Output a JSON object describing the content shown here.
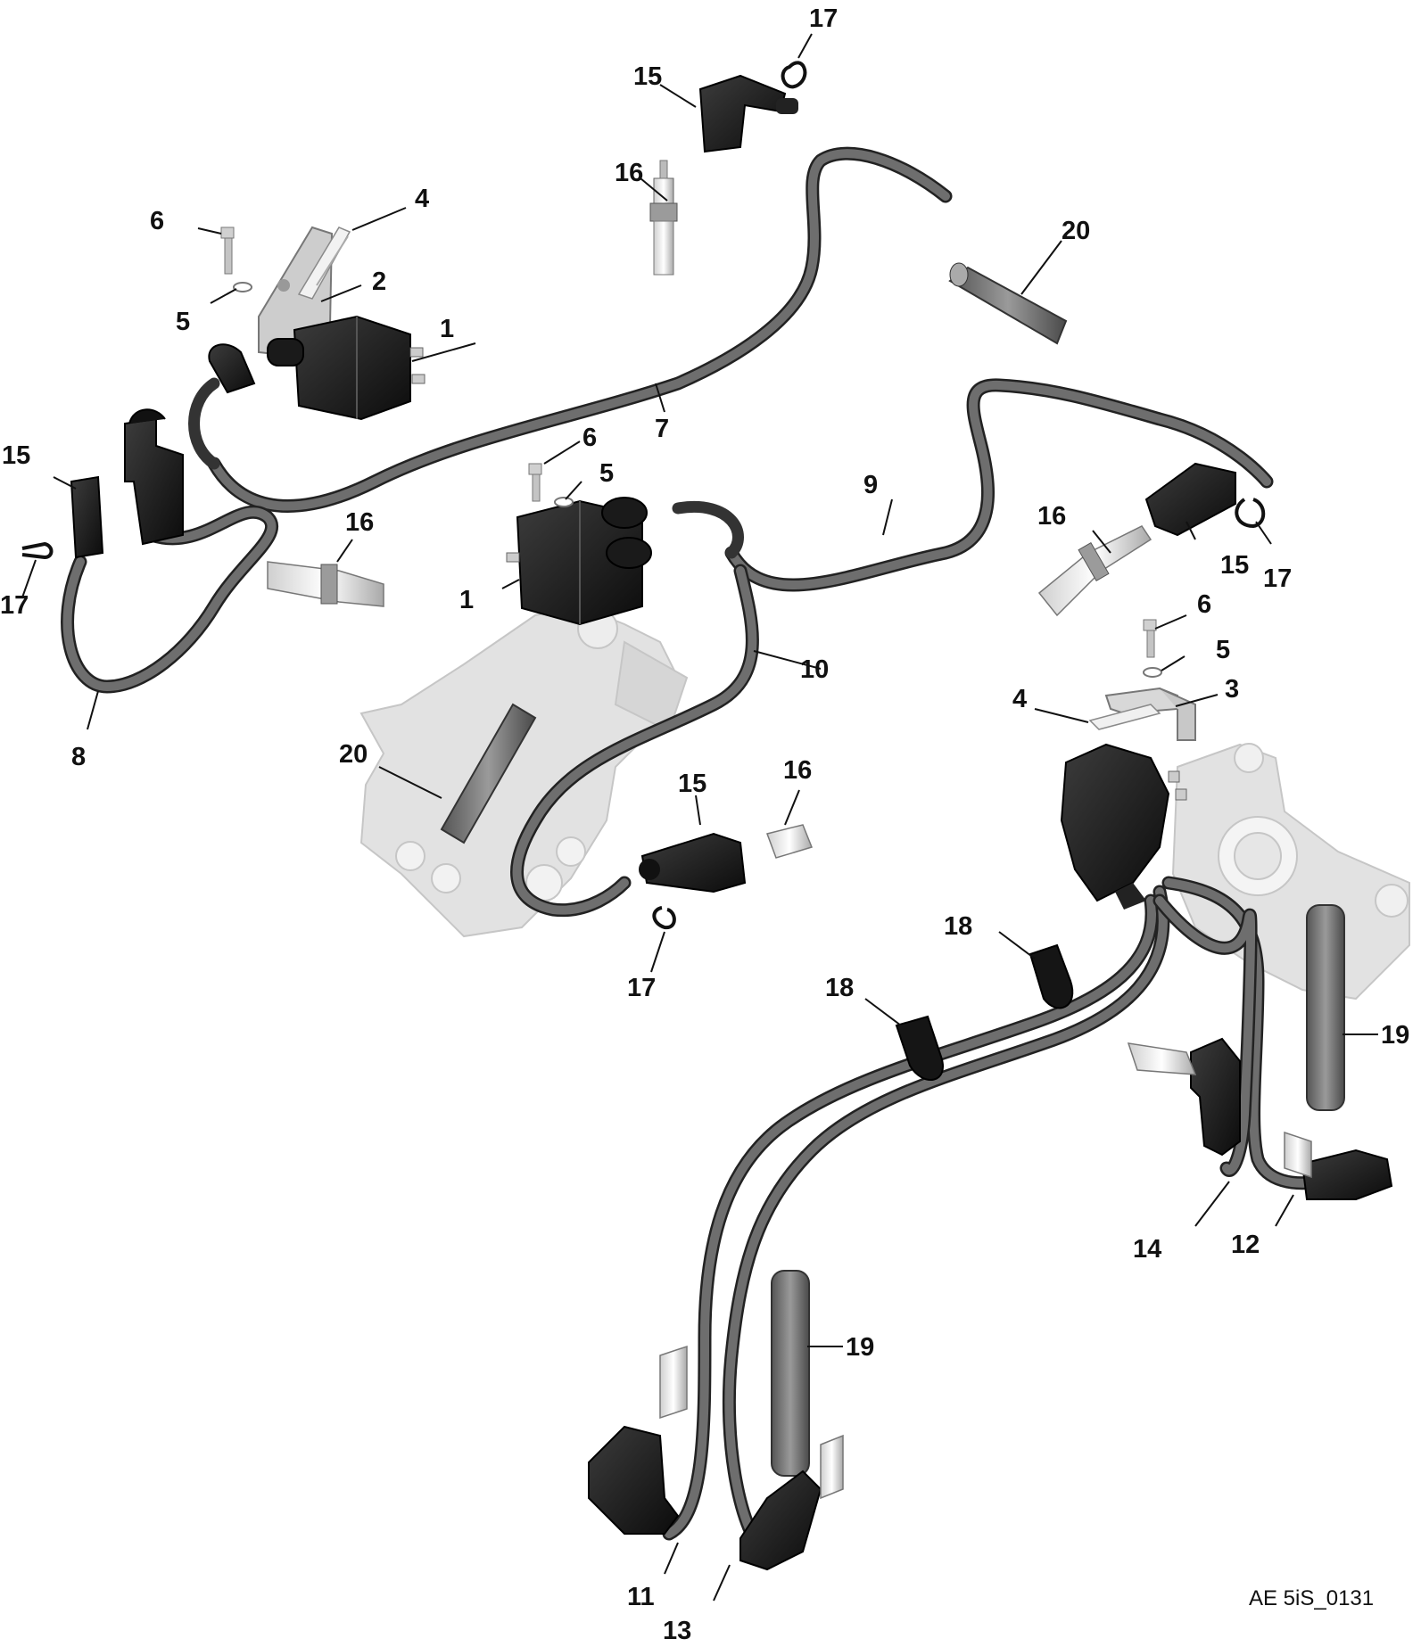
{
  "diagram": {
    "drawing_code": "AE 5iS_0131",
    "callouts": [
      {
        "id": "c1a",
        "label": "1"
      },
      {
        "id": "c1b",
        "label": "1"
      },
      {
        "id": "c2",
        "label": "2"
      },
      {
        "id": "c3",
        "label": "3"
      },
      {
        "id": "c4a",
        "label": "4"
      },
      {
        "id": "c4b",
        "label": "4"
      },
      {
        "id": "c5a",
        "label": "5"
      },
      {
        "id": "c5b",
        "label": "5"
      },
      {
        "id": "c5c",
        "label": "5"
      },
      {
        "id": "c6a",
        "label": "6"
      },
      {
        "id": "c6b",
        "label": "6"
      },
      {
        "id": "c6c",
        "label": "6"
      },
      {
        "id": "c7",
        "label": "7"
      },
      {
        "id": "c8",
        "label": "8"
      },
      {
        "id": "c9",
        "label": "9"
      },
      {
        "id": "c10",
        "label": "10"
      },
      {
        "id": "c11",
        "label": "11"
      },
      {
        "id": "c12",
        "label": "12"
      },
      {
        "id": "c13",
        "label": "13"
      },
      {
        "id": "c14",
        "label": "14"
      },
      {
        "id": "c15a",
        "label": "15"
      },
      {
        "id": "c15b",
        "label": "15"
      },
      {
        "id": "c15c",
        "label": "15"
      },
      {
        "id": "c15d",
        "label": "15"
      },
      {
        "id": "c16a",
        "label": "16"
      },
      {
        "id": "c16b",
        "label": "16"
      },
      {
        "id": "c16c",
        "label": "16"
      },
      {
        "id": "c16d",
        "label": "16"
      },
      {
        "id": "c17a",
        "label": "17"
      },
      {
        "id": "c17b",
        "label": "17"
      },
      {
        "id": "c17c",
        "label": "17"
      },
      {
        "id": "c17d",
        "label": "17"
      },
      {
        "id": "c18a",
        "label": "18"
      },
      {
        "id": "c18b",
        "label": "18"
      },
      {
        "id": "c19a",
        "label": "19"
      },
      {
        "id": "c19b",
        "label": "19"
      },
      {
        "id": "c20a",
        "label": "20"
      },
      {
        "id": "c20b",
        "label": "20"
      }
    ]
  }
}
